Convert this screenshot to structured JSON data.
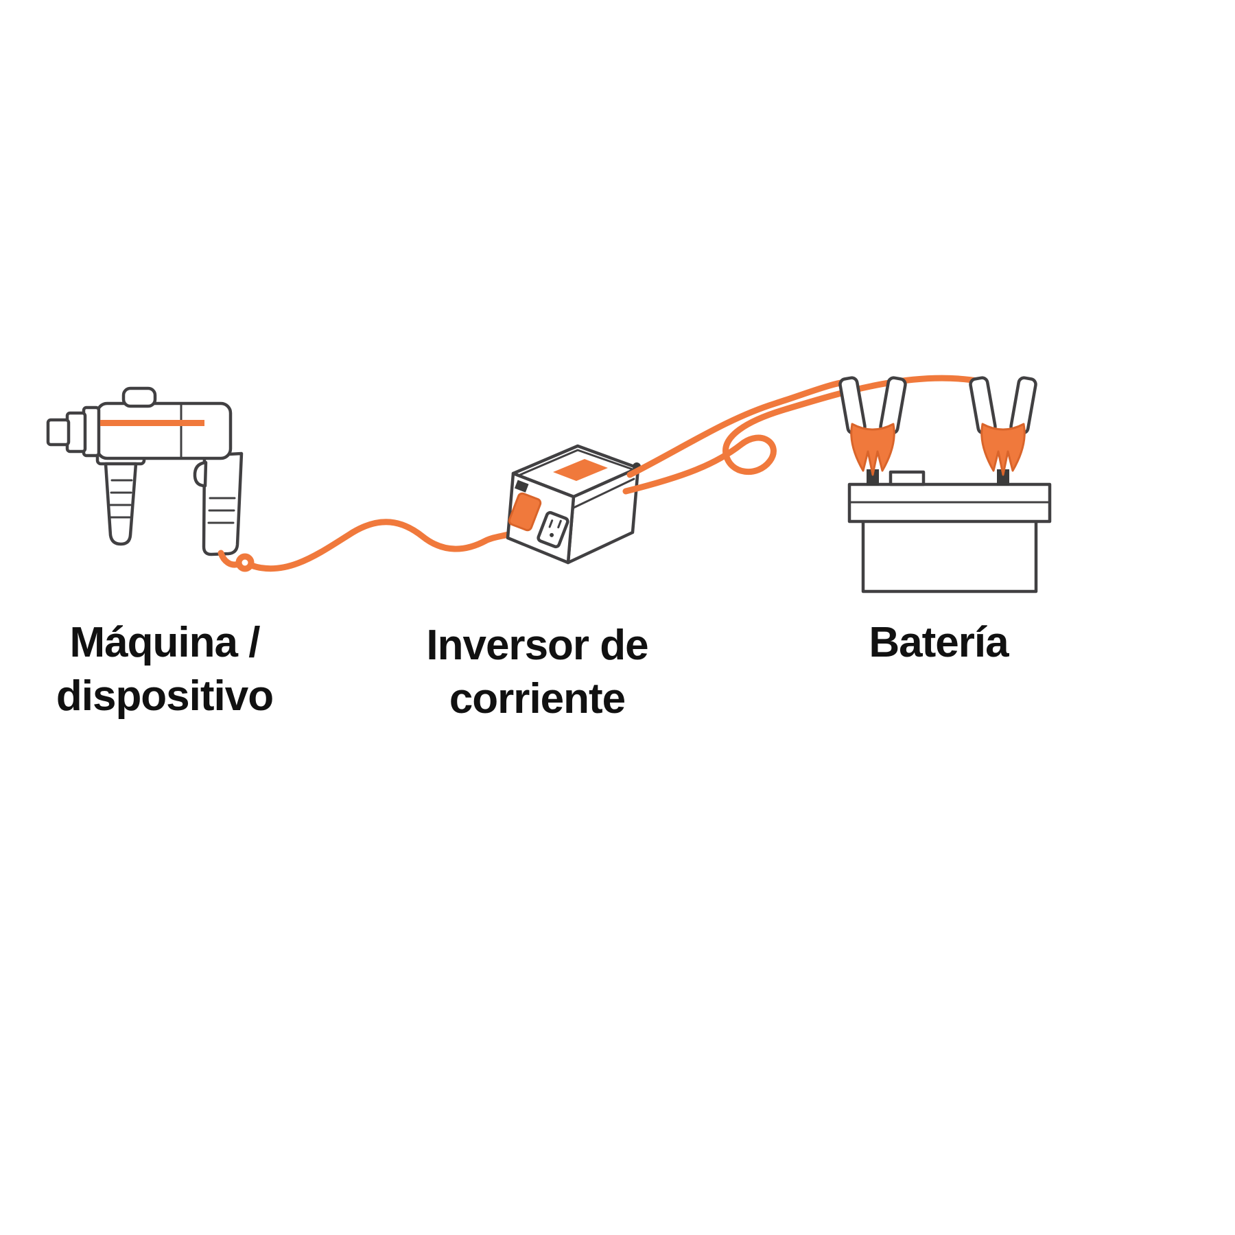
{
  "colors": {
    "accent": "#F0793C",
    "accent_dark": "#D9642A",
    "outline": "#414042",
    "text": "#111111",
    "bg": "#FFFFFF"
  },
  "labels": {
    "device": {
      "line1": "Máquina /",
      "line2": "dispositivo"
    },
    "inverter": {
      "line1": "Inversor de",
      "line2": "corriente"
    },
    "battery": {
      "line1": "Batería"
    }
  },
  "icons": {
    "device": "drill-icon",
    "device_cable": "device-power-cable",
    "inverter": "power-inverter-icon",
    "outlet": "ac-outlet-icon",
    "plug": "power-plug-icon",
    "cable_to_left_clamp": "battery-cable-left",
    "cable_to_right_clamp": "battery-cable-right",
    "clamp_left": "battery-clamp-left-icon",
    "clamp_right": "battery-clamp-right-icon",
    "battery": "car-battery-icon"
  }
}
